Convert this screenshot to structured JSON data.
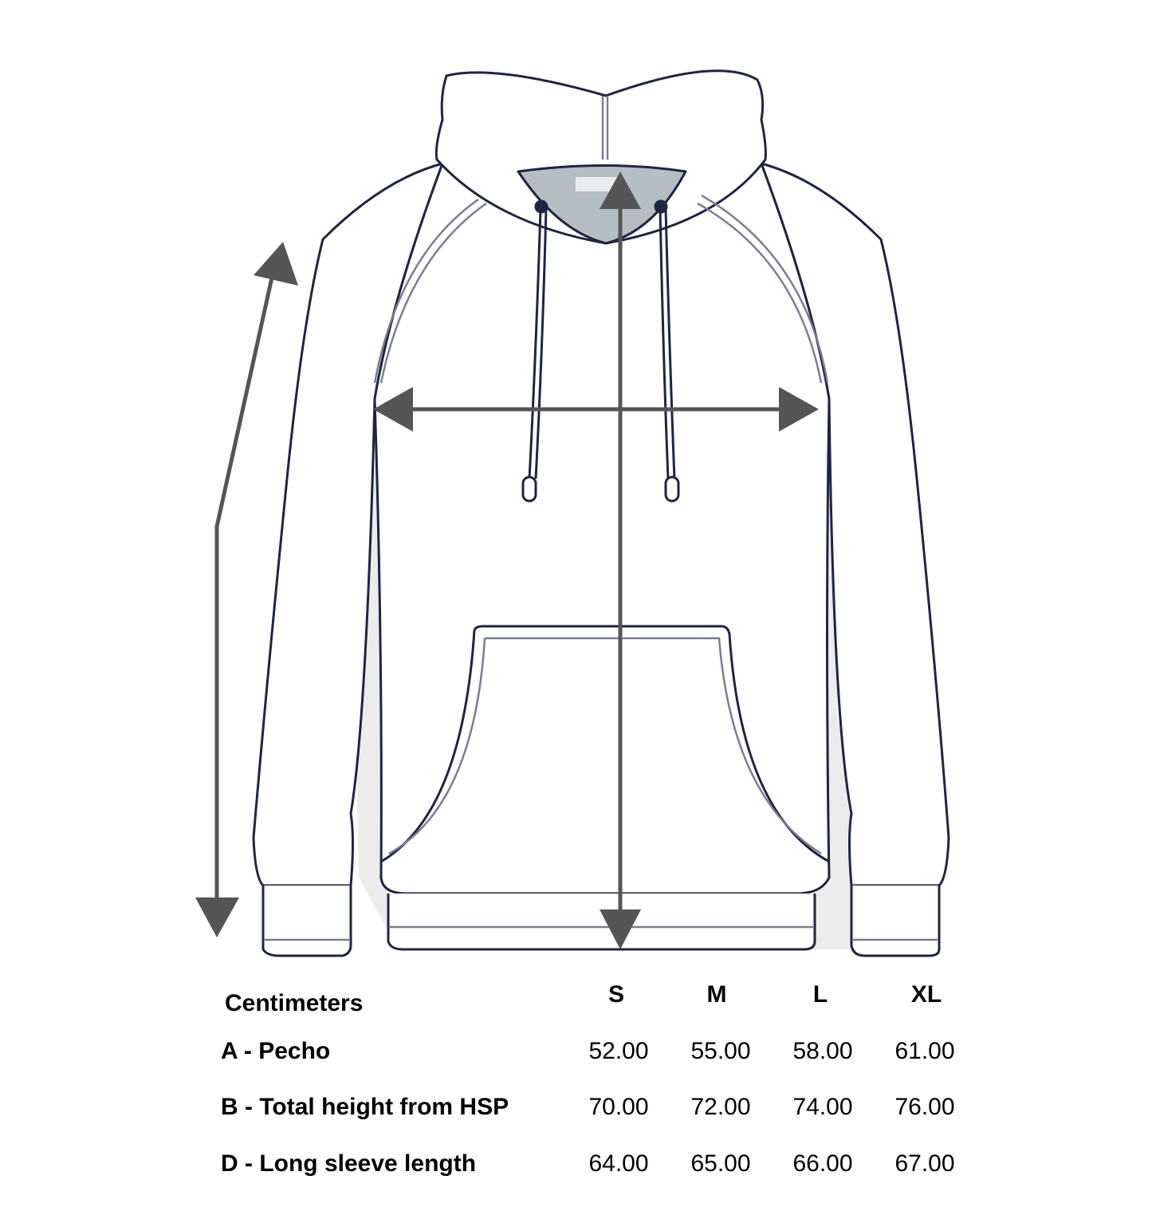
{
  "table": {
    "unit_label": "Centimeters",
    "sizes": [
      "S",
      "M",
      "L",
      "XL"
    ],
    "rows": [
      {
        "label": "A - Pecho",
        "values": [
          "52.00",
          "55.00",
          "58.00",
          "61.00"
        ]
      },
      {
        "label": "B - Total height from HSP",
        "values": [
          "70.00",
          "72.00",
          "74.00",
          "76.00"
        ]
      },
      {
        "label": "D - Long sleeve length",
        "values": [
          "64.00",
          "65.00",
          "66.00",
          "67.00"
        ]
      }
    ]
  },
  "colors": {
    "outline": "#1f2540",
    "seam": "#7a7d92",
    "arrow": "#555555",
    "shadow": "#ececec",
    "hood_inner": "#b5bec2"
  }
}
